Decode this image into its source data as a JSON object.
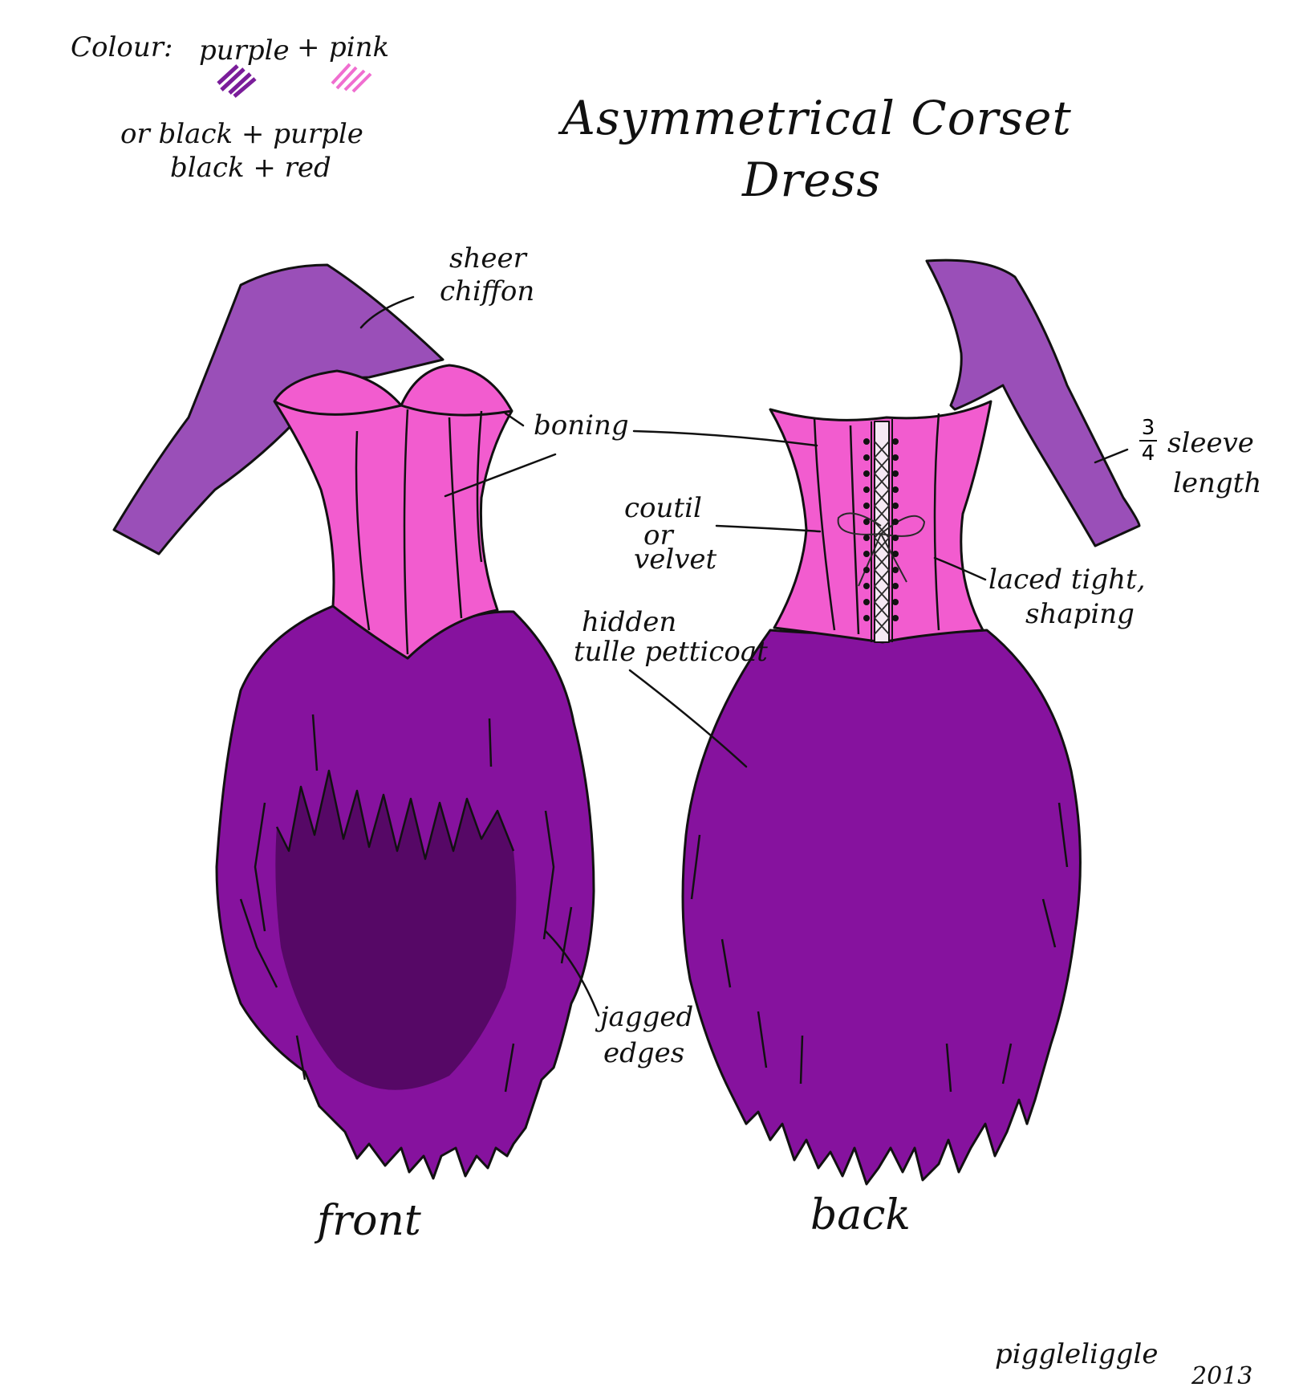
{
  "title": {
    "line1": "Asymmetrical Corset",
    "line2": "Dress"
  },
  "colour_notes": {
    "label": "Colour:",
    "primary": "purple + pink",
    "purple_word": "purple",
    "plus": "+",
    "pink_word": "pink",
    "alt1": "or black + purple",
    "alt2": "black + red",
    "swatch_purple": "#7a1d9a",
    "swatch_pink": "#f06ed0"
  },
  "annotations": {
    "sheer": "sheer",
    "chiffon": "chiffon",
    "boning": "boning",
    "coutil": "coutil",
    "or": "or",
    "velvet": "velvet",
    "hidden": "hidden",
    "tulle": "tulle petticoat",
    "laced1": "laced tight,",
    "laced2": "shaping",
    "frac_num": "3",
    "frac_den": "4",
    "sleeve": "sleeve",
    "length": "length",
    "jagged": "jagged",
    "edges": "edges"
  },
  "view_labels": {
    "front": "front",
    "back": "back"
  },
  "signature": {
    "name": "piggleliggle",
    "year": "2013"
  },
  "colors": {
    "sleeve": "#9a4fb8",
    "corset": "#f25ccf",
    "skirt": "#86129e",
    "skirt_shadow": "#560866"
  }
}
